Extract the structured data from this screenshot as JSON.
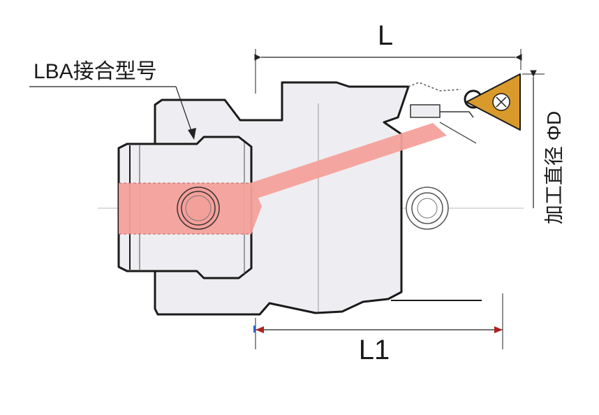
{
  "labels": {
    "length_L": "L",
    "length_L1": "L1",
    "connection_model": "LBA接合型号",
    "machining_diameter": "加工直径 ΦD"
  },
  "colors": {
    "outline": "#1a1a1a",
    "body_fill": "#eeeef2",
    "coolant": "#f4a09a",
    "insert_gold": "#d99a2b",
    "dimension_line": "#222222",
    "arrow_red": "#b02020",
    "marker_blue": "#3060d0"
  },
  "icons": {
    "insert": "triangular-insert-icon",
    "screw": "hex-socket-screw-icon"
  }
}
